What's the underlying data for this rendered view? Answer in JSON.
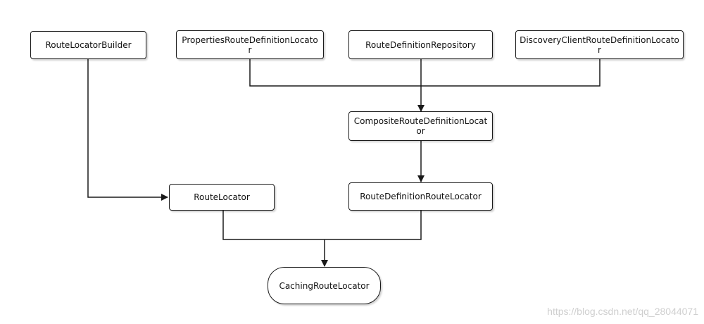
{
  "nodes": {
    "route_locator_builder": "RouteLocatorBuilder",
    "properties_locator": "PropertiesRouteDefinitionLocator",
    "route_definition_repository": "RouteDefinitionRepository",
    "discovery_client_locator": "DiscoveryClientRouteDefinitionLocator",
    "composite_locator": "CompositeRouteDefinitionLocator",
    "route_locator": "RouteLocator",
    "route_definition_route_locator": "RouteDefinitionRouteLocator",
    "caching_route_locator": "CachingRouteLocator"
  },
  "colors": {
    "stroke": "#1a1a1a",
    "background": "#ffffff",
    "watermark": "#cfcfcf"
  },
  "watermark": "https://blog.csdn.net/qq_28044071"
}
